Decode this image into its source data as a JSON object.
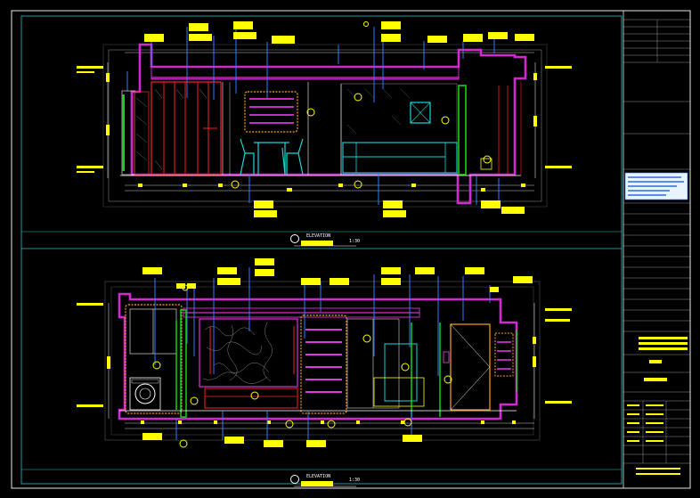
{
  "elevation_top": {
    "caption_label": "ELEVATION",
    "scale": "1:30"
  },
  "elevation_bottom": {
    "caption_label": "ELEVATION",
    "scale": "1:30"
  },
  "colors": {
    "background": "#000000",
    "frame": "#ffffff",
    "wall": "#d02ad0",
    "tag": "#ffff00",
    "leader": "#2f7dff",
    "cabinet": "#ff2020",
    "green": "#18d018",
    "cyan": "#18d8d8",
    "magenta": "#ff40ff",
    "orange": "#ffa020"
  },
  "icons": {
    "section-marker": "circle-with-number"
  }
}
